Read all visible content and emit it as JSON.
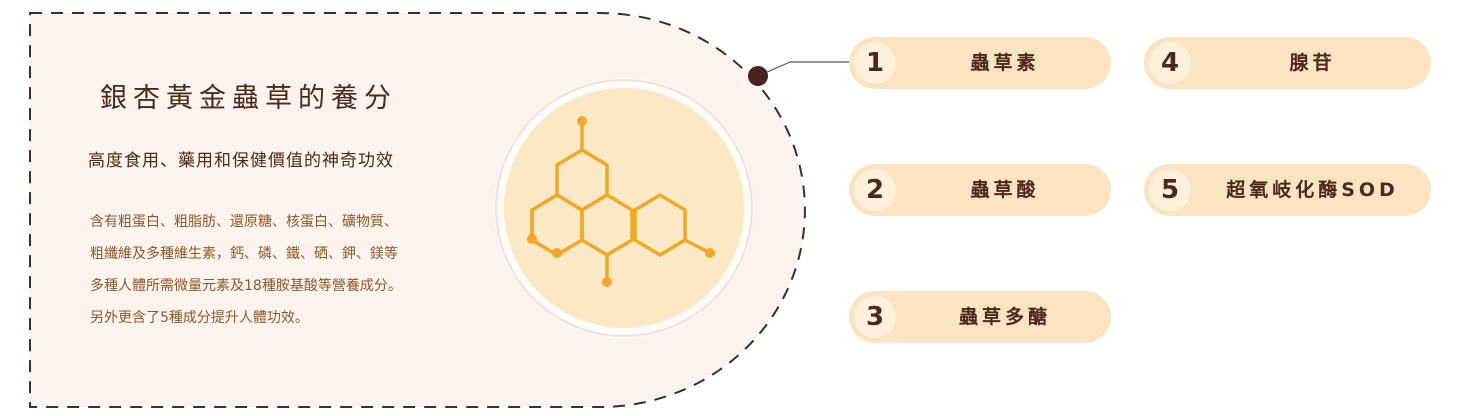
{
  "panel": {
    "title": "銀杏黃金蟲草的養分",
    "subtitle": "高度食用、藥用和保健價值的神奇功效",
    "description_lines": [
      "含有粗蛋白、粗脂肪、還原糖、核蛋白、礦物質、",
      "粗纖維及多種維生素，鈣、磷、鐵、硒、鉀、鎂等",
      "多種人體所需微量元素及18種胺基酸等營養成分。",
      "另外更含了5種成分提升人體功效。"
    ]
  },
  "nutrients": [
    {
      "number": "1",
      "label": "蟲草素"
    },
    {
      "number": "2",
      "label": "蟲草酸"
    },
    {
      "number": "3",
      "label": "蟲草多醣"
    },
    {
      "number": "4",
      "label": "腺苷"
    },
    {
      "number": "5",
      "label": "超氧岐化酶SOD"
    }
  ],
  "icons": {
    "center": "molecule-icon",
    "connector": "connector-dot"
  },
  "colors": {
    "panel_bg": "#fcf3ee",
    "pill_bg": "#fae4c1",
    "number_circle_bg": "#fdf1dd",
    "text_dark": "#4a2a1c",
    "text_brown": "#8a5a2b",
    "molecule": "#f0a72a",
    "molecule_circle": "#fbe8c4",
    "dot": "#4a2222"
  }
}
